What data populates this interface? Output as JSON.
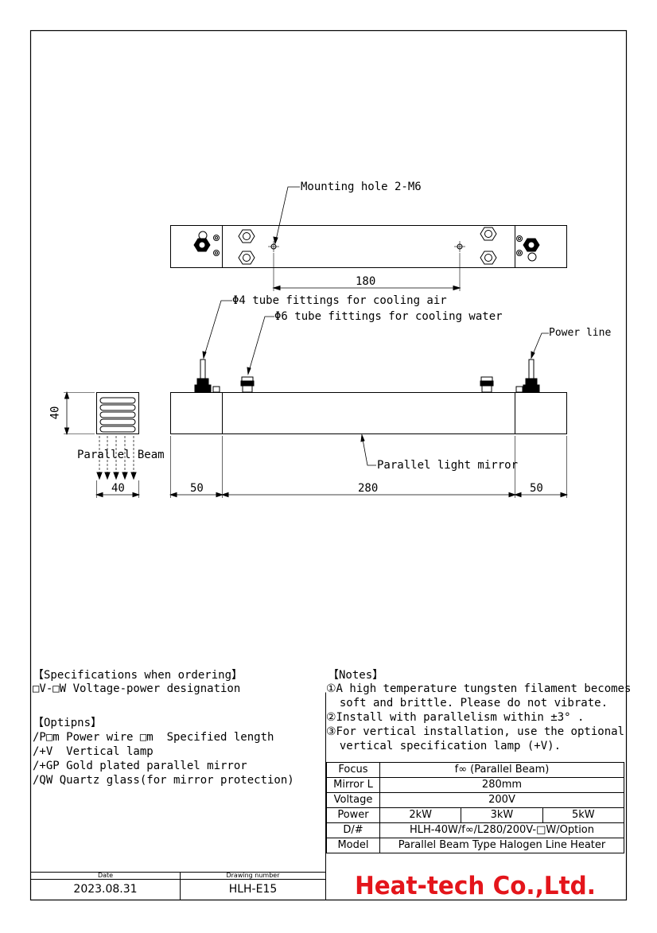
{
  "labels": {
    "mounting_hole": "Mounting hole 2-M6",
    "dim_180": "180",
    "air_fitting": "Φ4 tube fittings for cooling air",
    "water_fitting": "Φ6 tube fittings for cooling water",
    "power_line": "Power line",
    "dim_40_height": "40",
    "parallel_beam": "Parallel Beam",
    "parallel_mirror": "Parallel light mirror",
    "dim_40_width": "40",
    "dim_50_left": "50",
    "dim_280": "280",
    "dim_50_right": "50"
  },
  "specifications": {
    "heading": "【Specifications when ordering】",
    "line1": "□V-□W Voltage-power designation"
  },
  "options": {
    "heading": "【Optipns】",
    "items": [
      "/P□m Power wire □m  Specified length",
      "/+V  Vertical lamp",
      "/+GP Gold plated parallel mirror",
      "/QW Quartz glass(for mirror protection)"
    ]
  },
  "notes": {
    "heading": "【Notes】",
    "lines": [
      "①A high temperature tungsten filament becomes",
      "  soft and brittle. Please do not vibrate.",
      "②Install with parallelism within ±3° .",
      "③For vertical installation, use the optional",
      "  vertical specification lamp (+V)."
    ]
  },
  "spec_table": {
    "focus_label": "Focus",
    "focus_value": "f∞ (Parallel Beam)",
    "mirror_label": "Mirror L",
    "mirror_value": "280mm",
    "voltage_label": "Voltage",
    "voltage_value": "200V",
    "power_label": "Power",
    "power_values": [
      "2kW",
      "3kW",
      "5kW"
    ],
    "dn_label": "D/#",
    "dn_value": "HLH-40W/f∞/L280/200V-□W/Option",
    "model_label": "Model",
    "model_value": "Parallel Beam Type Halogen Line Heater"
  },
  "title_block": {
    "date_label": "Date",
    "date_value": "2023.08.31",
    "drawing_label": "Drawing number",
    "drawing_value": "HLH-E15",
    "company": "Heat-tech Co.,Ltd."
  },
  "colors": {
    "logo": "#e4151b",
    "line": "#000000"
  }
}
